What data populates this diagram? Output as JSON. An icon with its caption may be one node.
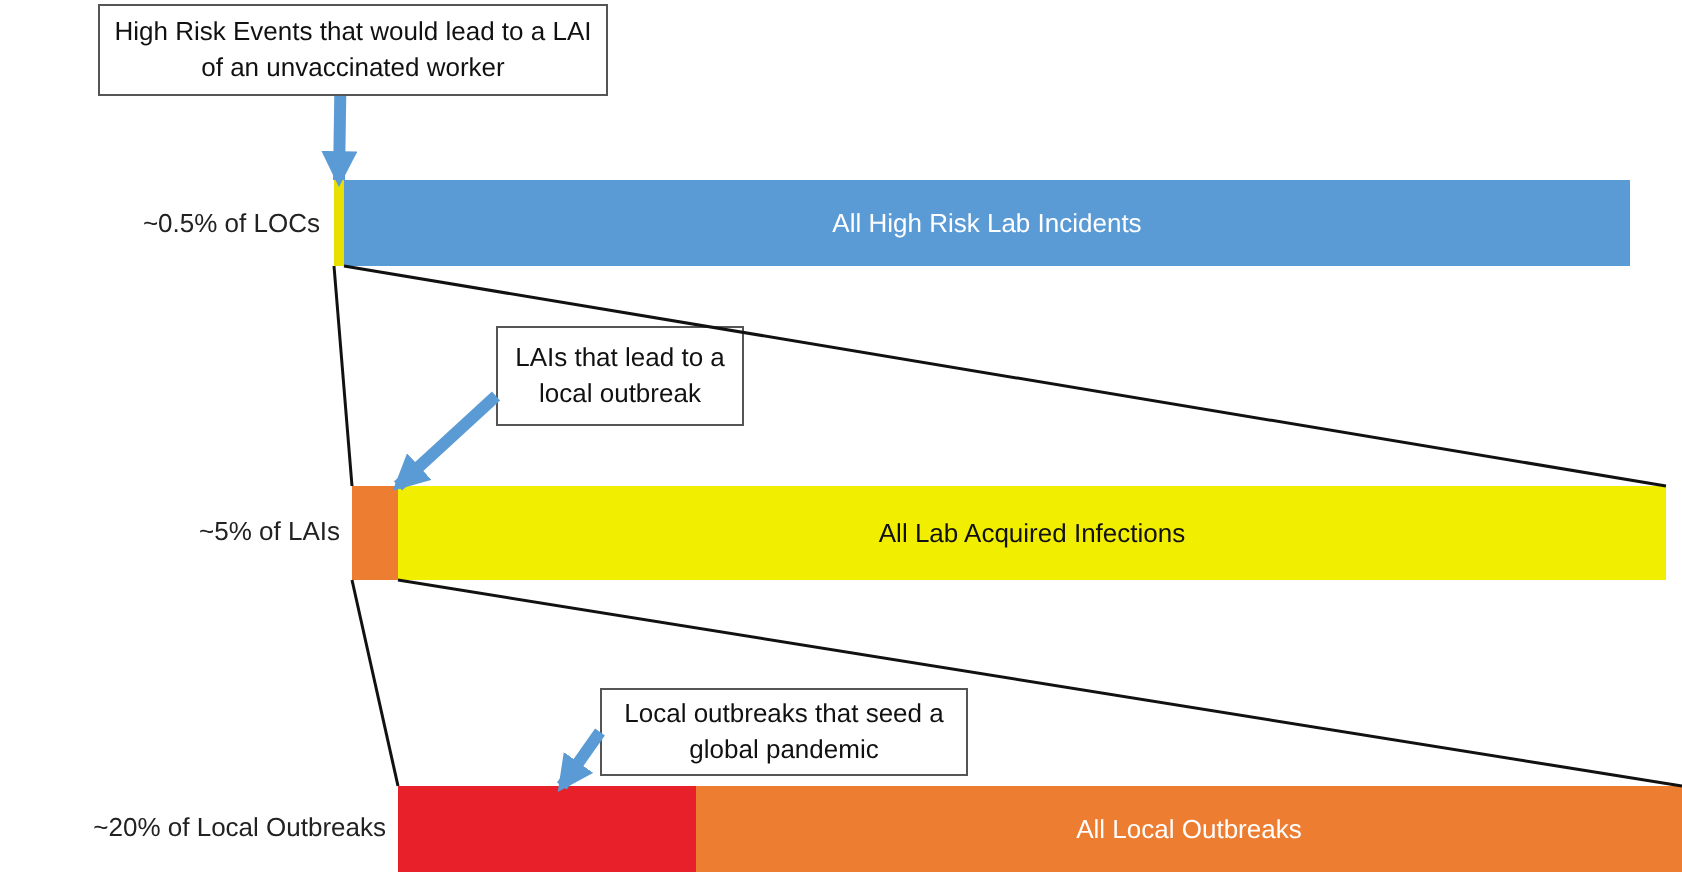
{
  "diagram": {
    "nodes": [
      {
        "text": [
          "High Risk Events that would lead to a LAI of an unvaccinated worker"
        ]
      },
      {
        "text": [],
        "shape": "bar"
      },
      {
        "text": [
          "All High Risk Lab Incidents"
        ]
      },
      {
        "text": [
          "LAIs that lead to a local outbreak"
        ]
      },
      {
        "text": [],
        "shape": "bar"
      },
      {
        "text": [
          "All Lab Acquired Infections"
        ]
      },
      {
        "text": [
          "Local outbreaks that seed a global pandemic"
        ]
      },
      {
        "text": [],
        "shape": "bar"
      },
      {
        "text": [
          "All Local Outbreaks"
        ]
      }
    ],
    "edges": [
      {
        "from": 0,
        "to": 1,
        "arrow": "to",
        "style": "thick",
        "color": "#5b9bd5"
      },
      {
        "from": 1,
        "to": 4,
        "arrow": "none"
      },
      {
        "from": 1,
        "to": 5,
        "arrow": "none"
      },
      {
        "from": 3,
        "to": 4,
        "arrow": "to",
        "style": "thick",
        "color": "#5b9bd5"
      },
      {
        "from": 4,
        "to": 7,
        "arrow": "none"
      },
      {
        "from": 4,
        "to": 8,
        "arrow": "none"
      },
      {
        "from": 6,
        "to": 7,
        "arrow": "to",
        "style": "thick",
        "color": "#5b9bd5"
      }
    ],
    "labels": [
      "~0.5% of LOCs",
      "~5% of LAIs",
      "~20% of Local Outbreaks"
    ]
  }
}
